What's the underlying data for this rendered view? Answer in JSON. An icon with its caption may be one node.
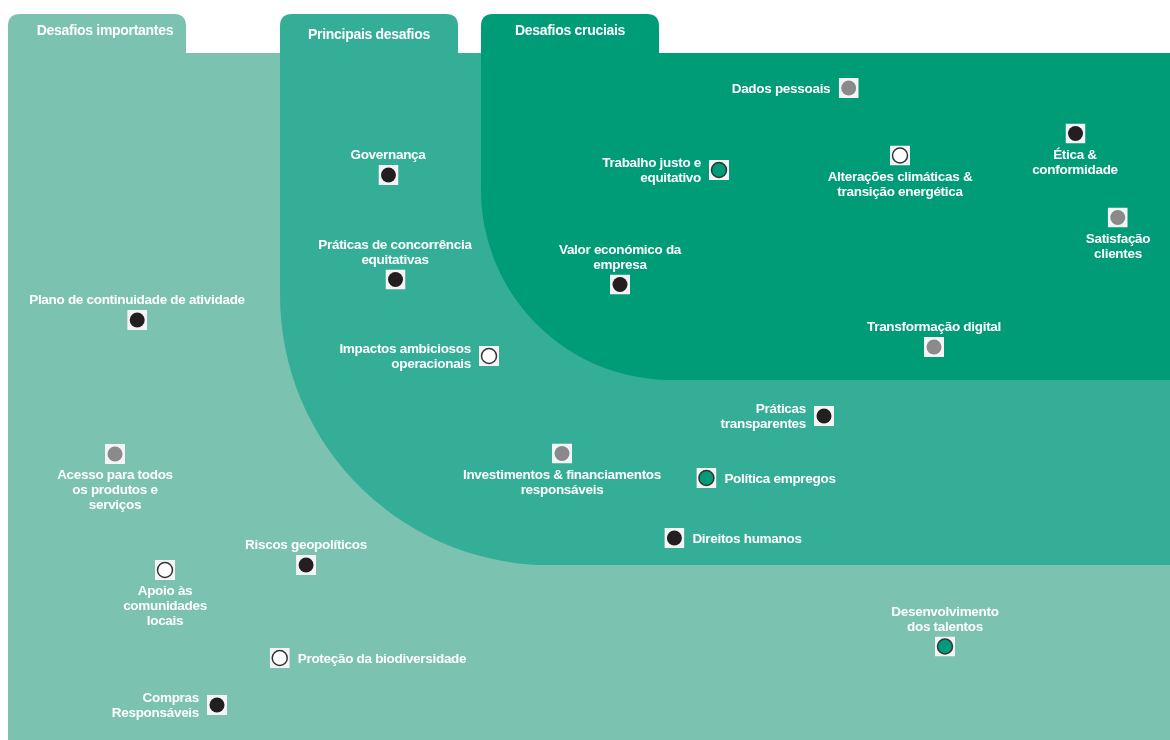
{
  "diagram": {
    "nodes": [
      {
        "text": [
          "Desafios importantes"
        ]
      },
      {
        "text": [
          "Principais desafios"
        ],
        "in": 0
      },
      {
        "text": [
          "Desafios cruciais"
        ],
        "in": 1
      },
      {
        "text": [
          "Dados pessoais"
        ],
        "in": 2
      },
      {
        "text": [
          "Trabalho justo e equitativo"
        ],
        "in": 2
      },
      {
        "text": [
          "Alterações climáticas & transição energética"
        ],
        "in": 2
      },
      {
        "text": [
          "Ética & conformidade"
        ],
        "in": 2
      },
      {
        "text": [
          "Satisfação clientes"
        ],
        "in": 2
      },
      {
        "text": [
          "Valor económico da empresa"
        ],
        "in": 2
      },
      {
        "text": [
          "Transformação digital"
        ],
        "in": 2
      },
      {
        "text": [
          "Governança"
        ],
        "in": 1
      },
      {
        "text": [
          "Práticas de concorrência equitativas"
        ],
        "in": 1
      },
      {
        "text": [
          "Impactos ambiciosos operacionais"
        ],
        "in": 1
      },
      {
        "text": [
          "Práticas transparentes"
        ],
        "in": 1
      },
      {
        "text": [
          "Investimentos & financiamentos responsáveis"
        ],
        "in": 1
      },
      {
        "text": [
          "Política empregos"
        ],
        "in": 1
      },
      {
        "text": [
          "Direitos humanos"
        ],
        "in": 1
      },
      {
        "text": [
          "Plano de continuidade de atividade"
        ],
        "in": 0
      },
      {
        "text": [
          "Acesso para todos os produtos e serviços"
        ],
        "in": 0
      },
      {
        "text": [
          "Riscos geopolíticos"
        ],
        "in": 0
      },
      {
        "text": [
          "Apoio às comunidades locais"
        ],
        "in": 0
      },
      {
        "text": [
          "Proteção da biodiversidade"
        ],
        "in": 0
      },
      {
        "text": [
          "Compras Responsáveis"
        ],
        "in": 0
      },
      {
        "text": [
          "Desenvolvimento dos talentos"
        ],
        "in": 0
      }
    ]
  }
}
